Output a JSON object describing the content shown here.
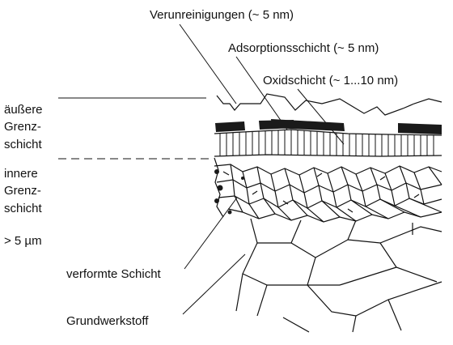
{
  "callouts": {
    "contamination": "Verunreinigungen (~ 5 nm)",
    "adsorption": "Adsorptionsschicht (~ 5 nm)",
    "oxide": "Oxidschicht (~ 1...10 nm)"
  },
  "left_labels": {
    "outer_1": "äußere",
    "outer_2": "Grenz-",
    "outer_3": "schicht",
    "inner_1": "innere",
    "inner_2": "Grenz-",
    "inner_3": "schicht",
    "depth": "> 5 µm"
  },
  "bottom_labels": {
    "deformed": "verformte Schicht",
    "base": "Grundwerkstoff"
  }
}
